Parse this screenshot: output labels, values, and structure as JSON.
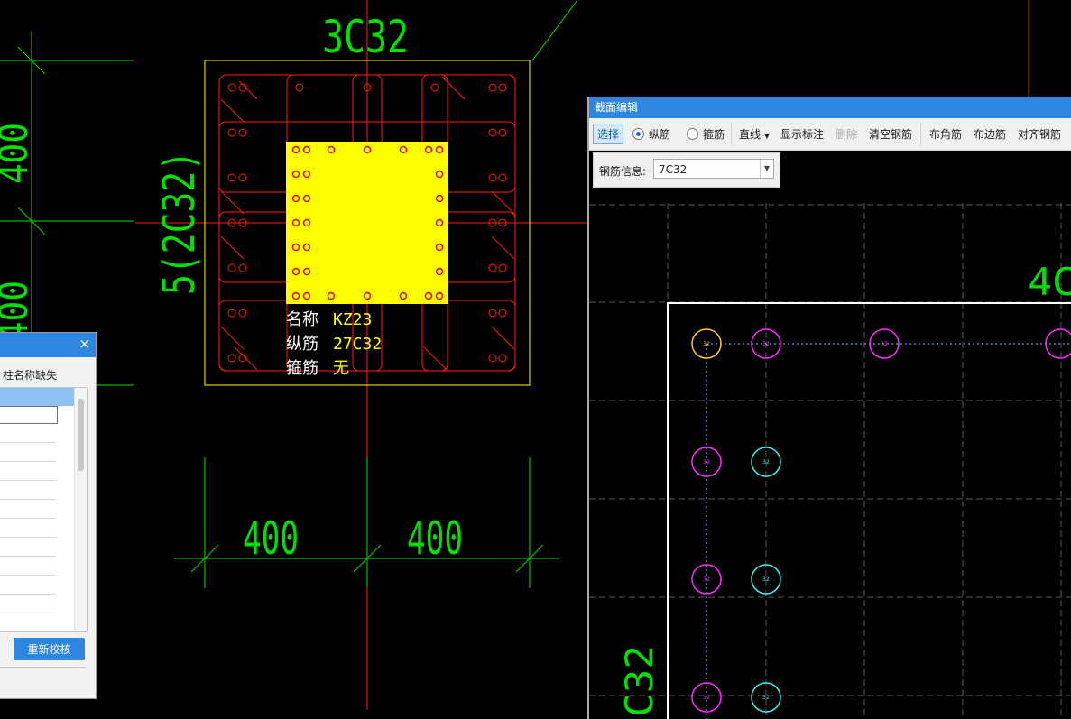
{
  "cad": {
    "top_label": "3C32",
    "side_label": "5(2C32)",
    "left_dim_top": "400",
    "left_dim_bottom": "400",
    "dim_left": "400",
    "dim_right": "400",
    "info_rows": [
      {
        "label": "名称",
        "value": "KZ23"
      },
      {
        "label": "纵筋",
        "value": "27C32"
      },
      {
        "label": "箍筋",
        "value": "无"
      }
    ],
    "colors": {
      "green": "#00e000",
      "red": "#ff1a1a",
      "yellow": "#ffff00"
    }
  },
  "left_dialog": {
    "close": "×",
    "message": "柱名称缺失",
    "recheck": "重新校核"
  },
  "section_editor": {
    "title": "截面编辑",
    "toolbar": {
      "select": "选择",
      "longitudinal": "纵筋",
      "stirrup": "箍筋",
      "line": "直线",
      "show_labels": "显示标注",
      "delete": "删除",
      "clear": "清空钢筋",
      "corner": "布角筋",
      "edge": "布边筋",
      "align": "对齐钢筋"
    },
    "rebar_info_label": "钢筋信息:",
    "rebar_info_value": "7C32",
    "canvas": {
      "label_top": "4C",
      "label_side": "C32",
      "bar_mark": "32"
    }
  }
}
